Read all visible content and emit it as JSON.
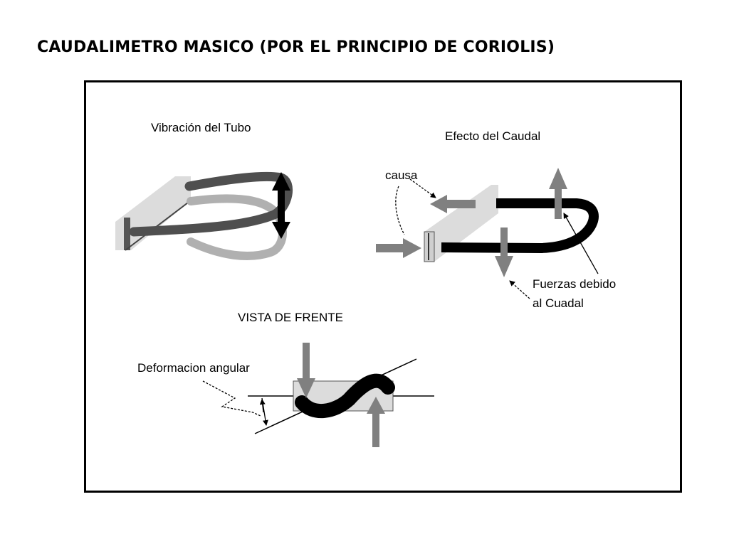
{
  "title": "CAUDALIMETRO MASICO (POR EL PRINCIPIO DE CORIOLIS)",
  "labels": {
    "vibration": "Vibración del Tubo",
    "flow_effect": "Efecto del Caudal",
    "cause": "causa",
    "forces_line1": "Fuerzas debido",
    "forces_line2": "al Cuadal",
    "front_view": "VISTA DE FRENTE",
    "angular_deformation": "Deformacion angular"
  },
  "colors": {
    "tube_dark": "#4f4f4f",
    "tube_light": "#b0b0b0",
    "tube_black": "#000000",
    "support": "#dcdcdc",
    "arrow_gray": "#808080",
    "frame": "#000000"
  }
}
